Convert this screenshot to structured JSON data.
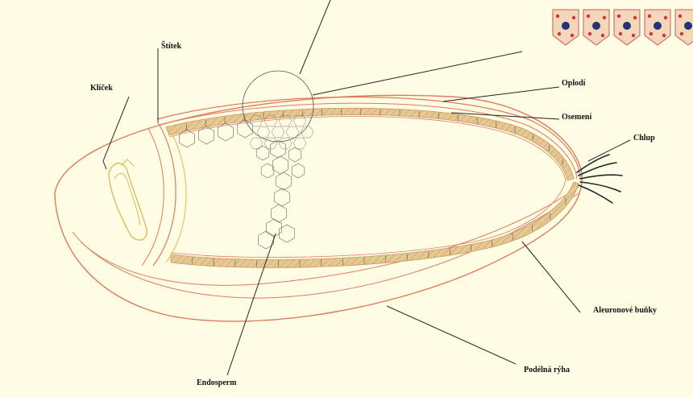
{
  "labels": {
    "klicek": "Klíček",
    "stitek": "Štítek",
    "oplodi": "Oplodí",
    "osemeni": "Osemení",
    "chlup": "Chlup",
    "aleuronove_bunky": "Aleuronové buňky",
    "podelna_ryha": "Podélná rýha",
    "endosperm": "Endosperm"
  },
  "colors": {
    "background": "#fffde4",
    "outline": "#e07a5f",
    "aleurone_fill": "#e8c890",
    "aleurone_hatch": "#9a8a60",
    "cell_line": "#666666",
    "leader_line": "#222222",
    "embryo": "#d8b050",
    "hair": "#1a2a30",
    "inset_cell": "#cc5a5a",
    "inset_nucleus": "#223377"
  }
}
